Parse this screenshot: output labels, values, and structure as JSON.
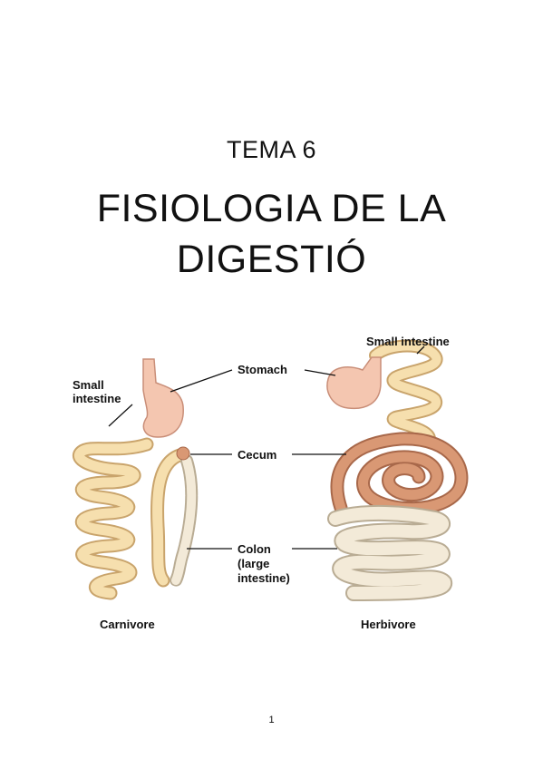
{
  "document": {
    "subtitle": "TEMA 6",
    "title_line1": "FISIOLOGIA DE LA",
    "title_line2": "DIGESTIÓ",
    "page_number": "1"
  },
  "figure": {
    "labels": {
      "small_intestine_left_1": "Small",
      "small_intestine_left_2": "intestine",
      "stomach": "Stomach",
      "cecum": "Cecum",
      "colon_1": "Colon",
      "colon_2": "(large",
      "colon_3": "intestine)",
      "small_intestine_right": "Small intestine",
      "carnivore": "Carnivore",
      "herbivore": "Herbivore"
    },
    "colors": {
      "intestine_fill": "#f6dfae",
      "intestine_stroke": "#c9a46c",
      "stomach_fill": "#f4c6b0",
      "stomach_stroke": "#c98e78",
      "cecum_fill": "#d99874",
      "cecum_stroke": "#a8684a",
      "colon_fill": "#f3ead8",
      "colon_stroke": "#b9ac94"
    }
  }
}
